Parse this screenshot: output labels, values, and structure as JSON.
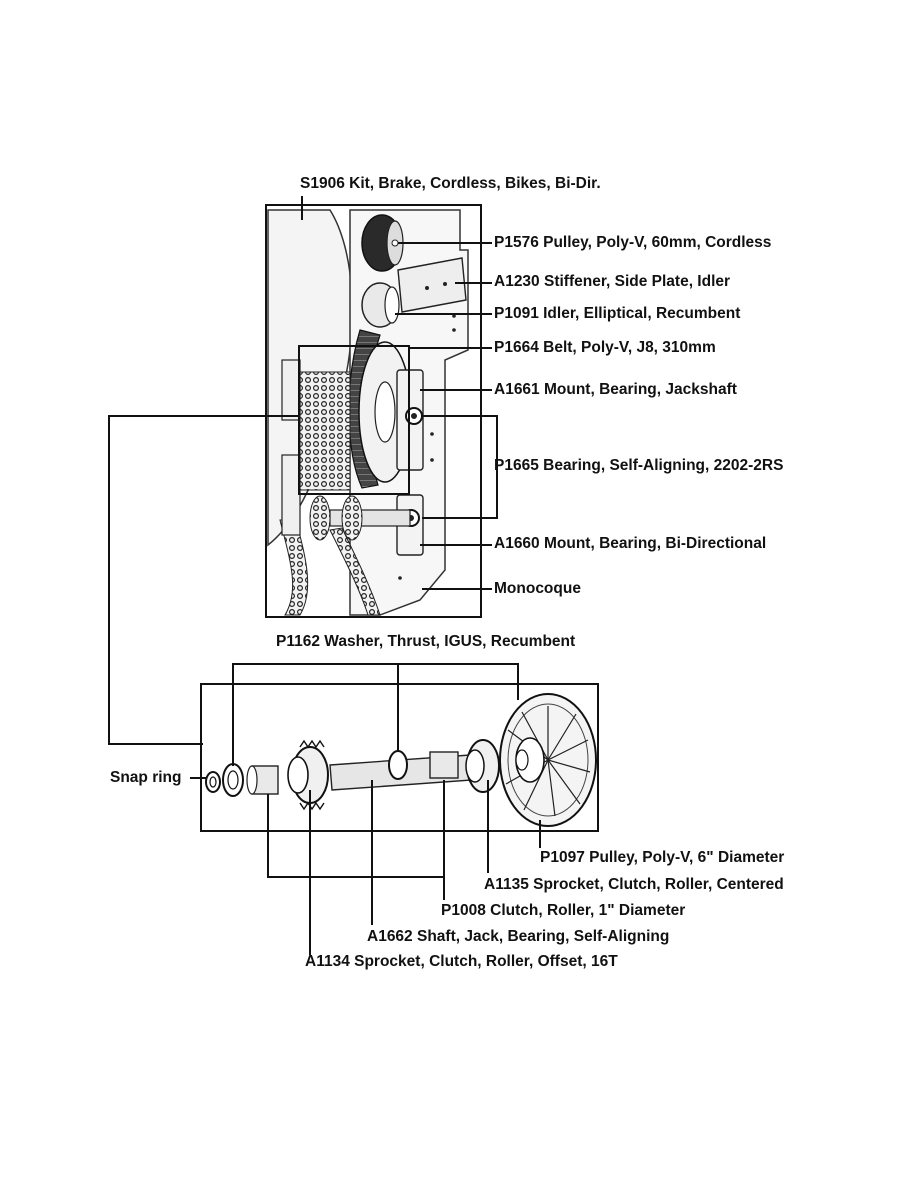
{
  "labels": {
    "kit": "S1906 Kit, Brake, Cordless, Bikes, Bi-Dir.",
    "pulley60": "P1576 Pulley, Poly-V, 60mm, Cordless",
    "stiffener": "A1230 Stiffener, Side Plate, Idler",
    "idler": "P1091 Idler, Elliptical, Recumbent",
    "belt": "P1664 Belt, Poly-V, J8, 310mm",
    "mount_jackshaft": "A1661 Mount, Bearing, Jackshaft",
    "bearing": "P1665 Bearing, Self-Aligning, 2202-2RS",
    "mount_bidir": "A1660 Mount, Bearing, Bi-Directional",
    "monocoque": "Monocoque",
    "washer": "P1162 Washer, Thrust, IGUS, Recumbent",
    "snap_ring": "Snap ring",
    "pulley6": "P1097 Pulley, Poly-V, 6\" Diameter",
    "sprocket_centered": "A1135 Sprocket, Clutch, Roller, Centered",
    "clutch": "P1008 Clutch, Roller, 1\" Diameter",
    "shaft": "A1662 Shaft, Jack, Bearing, Self-Aligning",
    "sprocket_offset": "A1134 Sprocket, Clutch, Roller, Offset, 16T"
  },
  "colors": {
    "background": "#ffffff",
    "line": "#111111",
    "part_fill": "#e9e9e9",
    "part_dark": "#2a2a2a",
    "belt": "#3a3a3a"
  }
}
